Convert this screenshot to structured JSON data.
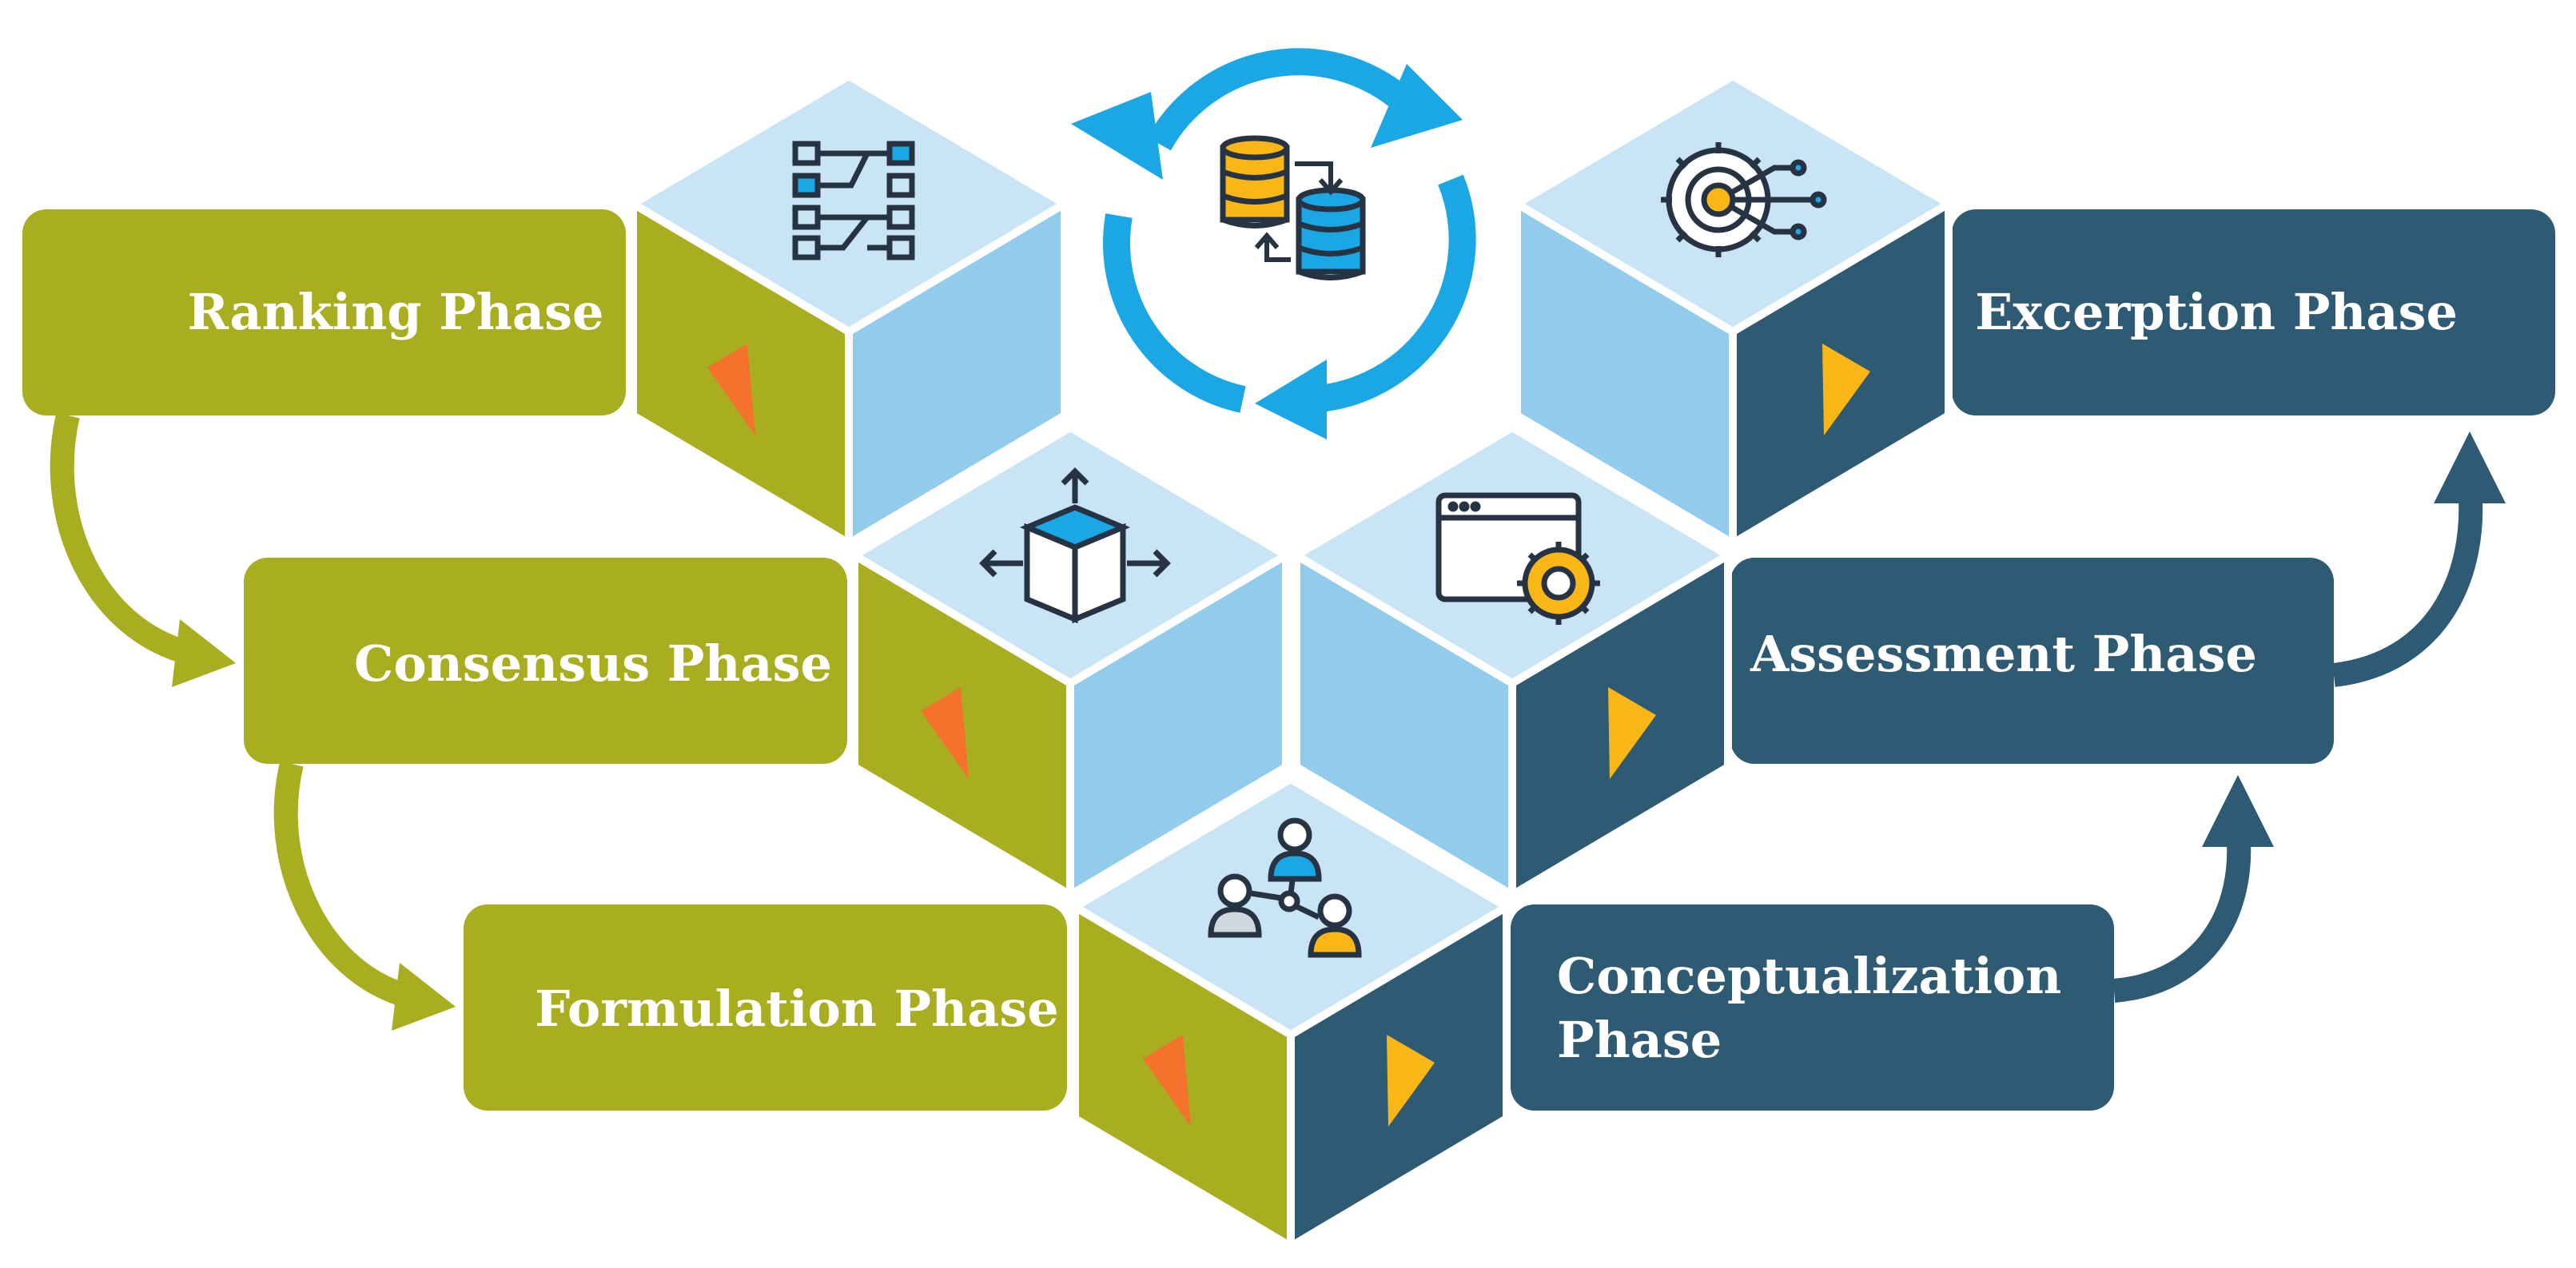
{
  "colors": {
    "olive": "#a8ae1f",
    "navy": "#2e5a73",
    "light_blue": "#92cbec",
    "pale_blue": "#c8e4f5",
    "cycle_blue": "#1aa7e4",
    "orange": "#f4722b",
    "gold": "#f8b617",
    "icon_dark": "#263342"
  },
  "phases": [
    {
      "id": "ranking",
      "lines": [
        "Ranking Phase"
      ],
      "side": "left",
      "icon": "flowchart-icon"
    },
    {
      "id": "consensus",
      "lines": [
        "Consensus Phase"
      ],
      "side": "left",
      "icon": "box-expand-icon"
    },
    {
      "id": "formulation",
      "lines": [
        "Formulation Phase"
      ],
      "side": "left",
      "icon": "network-people-icon"
    },
    {
      "id": "conceptualization",
      "lines": [
        "Conceptualization",
        "Phase"
      ],
      "side": "right",
      "icon": "network-people-icon"
    },
    {
      "id": "assessment",
      "lines": [
        "Assessment Phase"
      ],
      "side": "right",
      "icon": "browser-gear-icon"
    },
    {
      "id": "excerption",
      "lines": [
        "Excerption Phase"
      ],
      "side": "right",
      "icon": "gear-circuit-icon"
    }
  ],
  "center_icon": "database-cycle-icon"
}
